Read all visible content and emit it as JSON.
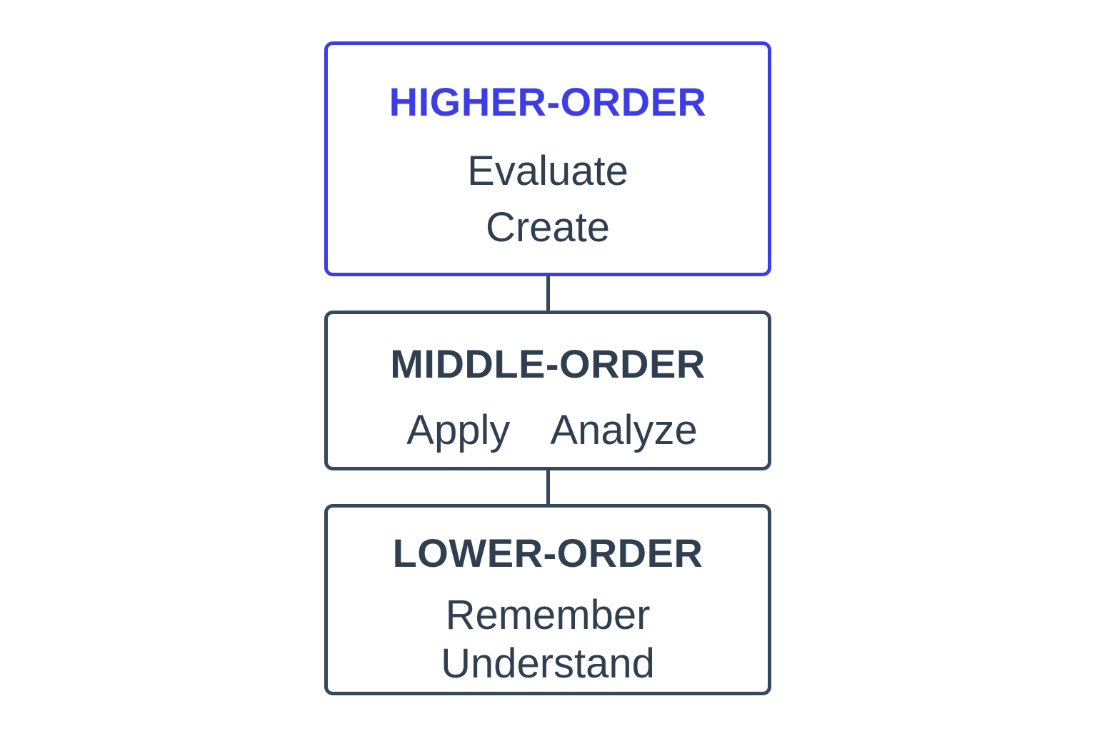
{
  "diagram": {
    "levels": [
      {
        "title": "HIGHER-ORDER",
        "items": [
          "Evaluate",
          "Create"
        ],
        "color": "#3d3de8"
      },
      {
        "title": "MIDDLE-ORDER",
        "items": [
          "Apply",
          "Analyze"
        ],
        "color": "#34495e"
      },
      {
        "title": "LOWER-ORDER",
        "items": [
          "Remember",
          "Understand"
        ],
        "color": "#34495e"
      }
    ]
  }
}
